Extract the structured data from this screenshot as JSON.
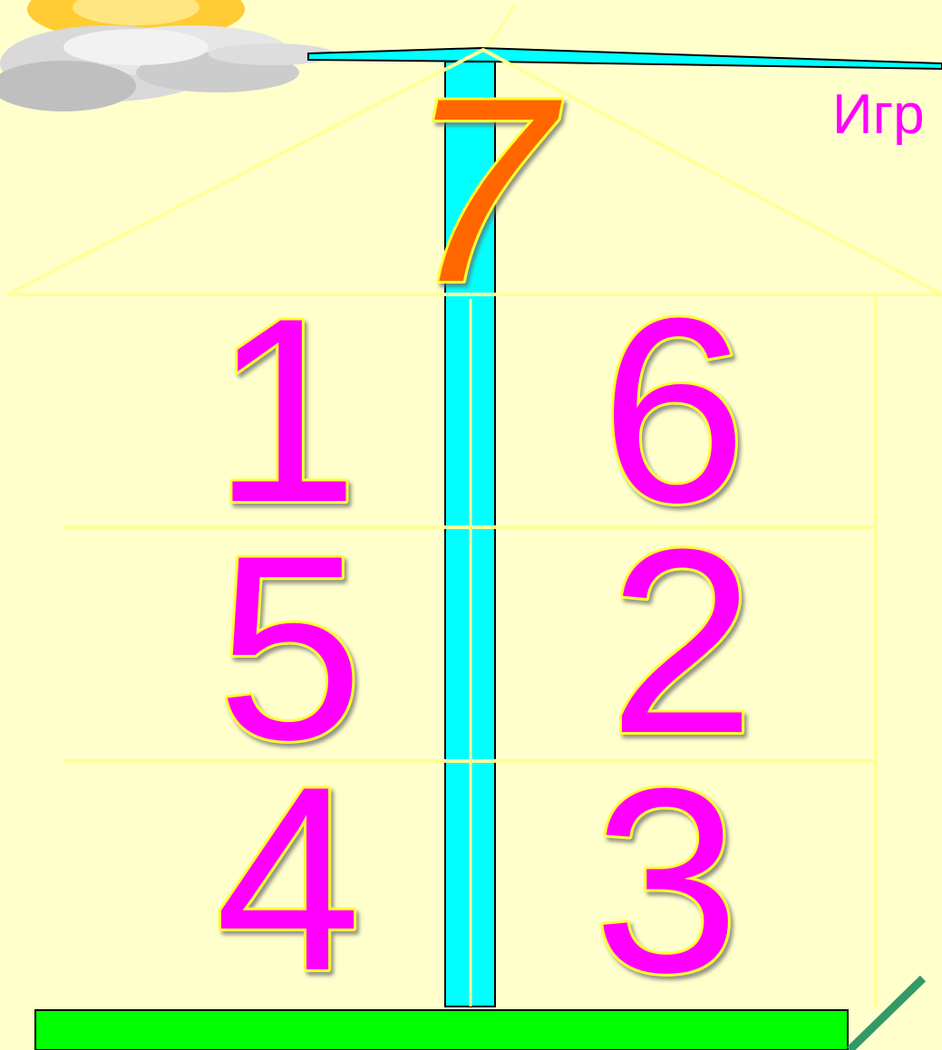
{
  "slide": {
    "title": "Игр",
    "colors": {
      "background": "#ffffcc",
      "title_text": "#ff00ff",
      "digit_fill": "#ff00ff",
      "digit_outline": "#ffff33",
      "roof_digit_fill": "#ff6600",
      "chimney": "#00ffff",
      "house_lines": "#ffff99",
      "ground": "#00ff00",
      "stick": "#339966"
    },
    "house": {
      "roof_number": "7",
      "rows": [
        {
          "left": "1",
          "right": "6"
        },
        {
          "left": "5",
          "right": "2"
        },
        {
          "left": "4",
          "right": "3"
        }
      ]
    },
    "icons": [
      "sun-cloud-icon"
    ]
  }
}
